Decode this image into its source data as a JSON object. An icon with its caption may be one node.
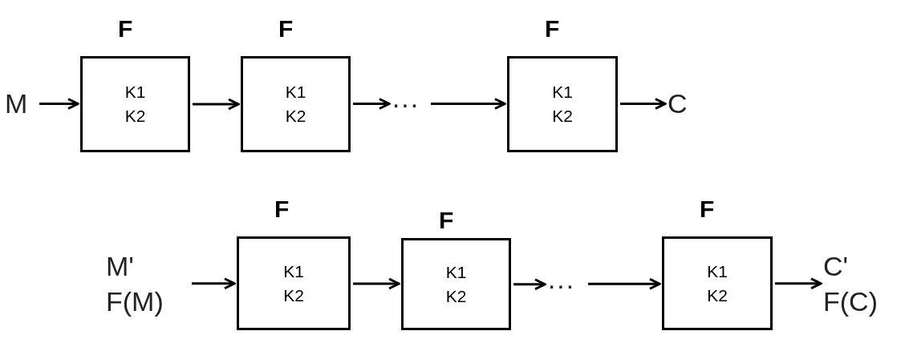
{
  "diagram": {
    "nodes": [
      {
        "text": [
          "M"
        ]
      },
      {
        "text": [
          "F",
          "K1",
          "K2"
        ]
      },
      {
        "text": [
          "F",
          "K1",
          "K2"
        ]
      },
      {
        "text": [
          "···"
        ]
      },
      {
        "text": [
          "F",
          "K1",
          "K2"
        ]
      },
      {
        "text": [
          "C"
        ]
      },
      {
        "text": [
          "M'",
          "F(M)"
        ]
      },
      {
        "text": [
          "F",
          "K1",
          "K2"
        ]
      },
      {
        "text": [
          "F",
          "K1",
          "K2"
        ]
      },
      {
        "text": [
          "···"
        ]
      },
      {
        "text": [
          "F",
          "K1",
          "K2"
        ]
      },
      {
        "text": [
          "C'",
          "F(C)"
        ]
      }
    ],
    "edges": [
      {
        "from": 0,
        "to": 1,
        "arrow": "to"
      },
      {
        "from": 1,
        "to": 2,
        "arrow": "to"
      },
      {
        "from": 2,
        "to": 3,
        "arrow": "to"
      },
      {
        "from": 3,
        "to": 4,
        "arrow": "to"
      },
      {
        "from": 4,
        "to": 5,
        "arrow": "to"
      },
      {
        "from": 6,
        "to": 7,
        "arrow": "to"
      },
      {
        "from": 7,
        "to": 8,
        "arrow": "to"
      },
      {
        "from": 8,
        "to": 9,
        "arrow": "to"
      },
      {
        "from": 9,
        "to": 10,
        "arrow": "to"
      },
      {
        "from": 10,
        "to": 11,
        "arrow": "to"
      }
    ]
  }
}
